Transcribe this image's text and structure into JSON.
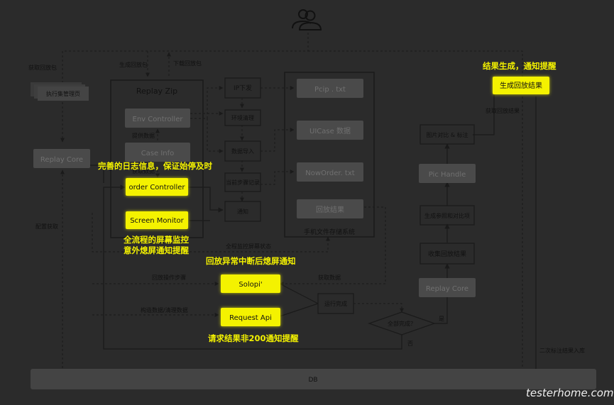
{
  "nodes": {
    "replay_zip": "Replay Zip",
    "env_controller": "Env Controller",
    "case_info": "Case Info",
    "order_controller": "order Controller",
    "screen_monitor": "Screen Monitor",
    "replay_core_left": "Replay Core",
    "exec_cluster": "执行集管理页",
    "ip_dispatch": "IP下发",
    "env_clean": "环境清理",
    "data_import": "数据导入",
    "step_record": "当前步骤记录",
    "notify": "通知",
    "storage_title": "手机文件存储系统",
    "pcip": "Pcip . txt",
    "uicase": "UICase 数据",
    "noworder": "NowOrder. txt",
    "replay_result": "回放结果",
    "gen_replay_result": "生成回放结果",
    "img_compare": "图片对比 & 标注",
    "pic_handle": "Pic Handle",
    "gen_ref": "生成参照和对比项",
    "collect": "收集回放结果",
    "replay_core_right": "Replay Core",
    "solopi": "Solopi'",
    "request_api": "Request Api",
    "run_done": "运行完成",
    "all_done": "全部完成？",
    "db": "DB"
  },
  "labels": {
    "get_pkg": "获取回放包",
    "gen_pkg": "生成回放包",
    "download_pkg": "下载回放包",
    "provide_data": "提供数据",
    "get_data_small": "获取数据",
    "config_get": "配置获取",
    "monitor_screen": "全程监控屏幕状态",
    "replay_steps": "回放操作步骤",
    "build_data": "构造数据/清理数据",
    "get_data": "获取数据",
    "get_result": "获取回放结果",
    "second_label": "二次标注结果入库",
    "yes": "是",
    "no": "否"
  },
  "annotations": {
    "log_info": "完善的日志信息，保证始停及时",
    "screen_monitor_1": "全流程的屏幕监控",
    "screen_monitor_2": "意外熄屏通知提醒",
    "replay_exception": "回放异常中断后熄屏通知",
    "request_non200": "请求结果非200通知提醒",
    "result_notify": "结果生成，通知提醒"
  },
  "watermark": "testerhome.com",
  "icons": {
    "users": "users-icon"
  },
  "colors": {
    "highlight": "#f4f200",
    "background": "#2b2b2b",
    "box": "#444444"
  }
}
